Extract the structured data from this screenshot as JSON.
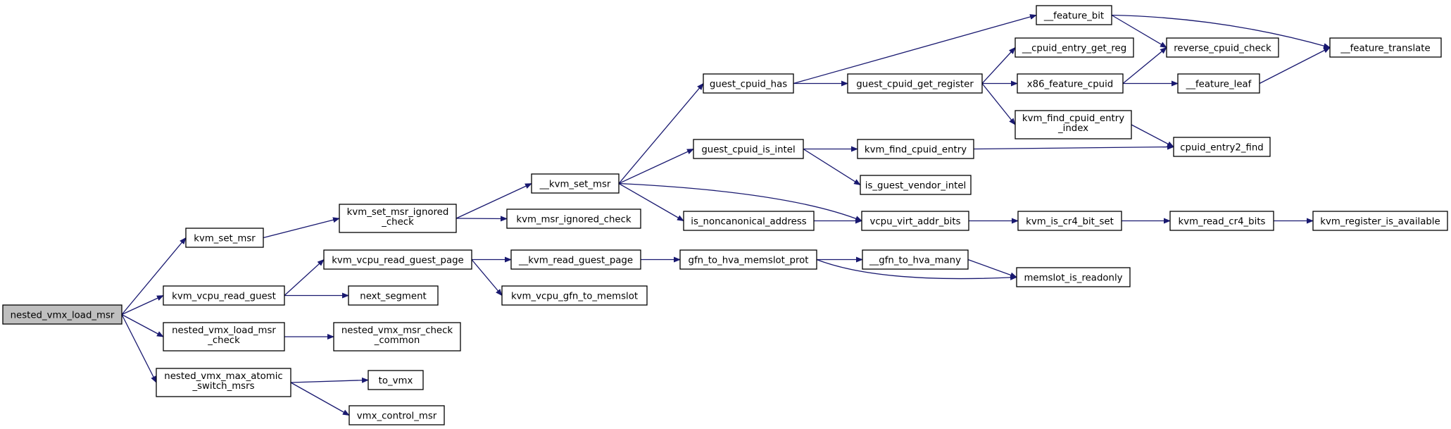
{
  "colors": {
    "edge": "#191970",
    "node_border": "#000000",
    "root_fill": "#bfbfbf",
    "node_fill": "#ffffff"
  },
  "nodes": {
    "nested_vmx_load_msr": [
      "nested_vmx_load_msr"
    ],
    "kvm_set_msr": [
      "kvm_set_msr"
    ],
    "kvm_vcpu_read_guest": [
      "kvm_vcpu_read_guest"
    ],
    "nested_vmx_load_msr_check": [
      "nested_vmx_load_msr",
      "_check"
    ],
    "nested_vmx_max_atomic_switch_msrs": [
      "nested_vmx_max_atomic",
      "_switch_msrs"
    ],
    "kvm_set_msr_ignored_check": [
      "kvm_set_msr_ignored",
      "_check"
    ],
    "kvm_vcpu_read_guest_page": [
      "kvm_vcpu_read_guest_page"
    ],
    "next_segment": [
      "next_segment"
    ],
    "nested_vmx_msr_check_common": [
      "nested_vmx_msr_check",
      "_common"
    ],
    "to_vmx": [
      "to_vmx"
    ],
    "vmx_control_msr": [
      "vmx_control_msr"
    ],
    "__kvm_set_msr": [
      "__kvm_set_msr"
    ],
    "kvm_msr_ignored_check": [
      "kvm_msr_ignored_check"
    ],
    "__kvm_read_guest_page": [
      "__kvm_read_guest_page"
    ],
    "kvm_vcpu_gfn_to_memslot": [
      "kvm_vcpu_gfn_to_memslot"
    ],
    "guest_cpuid_has": [
      "guest_cpuid_has"
    ],
    "guest_cpuid_is_intel": [
      "guest_cpuid_is_intel"
    ],
    "is_noncanonical_address": [
      "is_noncanonical_address"
    ],
    "gfn_to_hva_memslot_prot": [
      "gfn_to_hva_memslot_prot"
    ],
    "__feature_bit": [
      "__feature_bit"
    ],
    "guest_cpuid_get_register": [
      "guest_cpuid_get_register"
    ],
    "kvm_find_cpuid_entry": [
      "kvm_find_cpuid_entry"
    ],
    "is_guest_vendor_intel": [
      "is_guest_vendor_intel"
    ],
    "vcpu_virt_addr_bits": [
      "vcpu_virt_addr_bits"
    ],
    "__gfn_to_hva_many": [
      "__gfn_to_hva_many"
    ],
    "__cpuid_entry_get_reg": [
      "__cpuid_entry_get_reg"
    ],
    "x86_feature_cpuid": [
      "x86_feature_cpuid"
    ],
    "kvm_find_cpuid_entry_index": [
      "kvm_find_cpuid_entry",
      "_index"
    ],
    "kvm_is_cr4_bit_set": [
      "kvm_is_cr4_bit_set"
    ],
    "memslot_is_readonly": [
      "memslot_is_readonly"
    ],
    "reverse_cpuid_check": [
      "reverse_cpuid_check"
    ],
    "__feature_leaf": [
      "__feature_leaf"
    ],
    "cpuid_entry2_find": [
      "cpuid_entry2_find"
    ],
    "kvm_read_cr4_bits": [
      "kvm_read_cr4_bits"
    ],
    "__feature_translate": [
      "__feature_translate"
    ],
    "kvm_register_is_available": [
      "kvm_register_is_available"
    ]
  },
  "edges": [
    [
      "nested_vmx_load_msr",
      "kvm_set_msr"
    ],
    [
      "nested_vmx_load_msr",
      "kvm_vcpu_read_guest"
    ],
    [
      "nested_vmx_load_msr",
      "nested_vmx_load_msr_check"
    ],
    [
      "nested_vmx_load_msr",
      "nested_vmx_max_atomic_switch_msrs"
    ],
    [
      "kvm_set_msr",
      "kvm_set_msr_ignored_check"
    ],
    [
      "kvm_vcpu_read_guest",
      "kvm_vcpu_read_guest_page"
    ],
    [
      "kvm_vcpu_read_guest",
      "next_segment"
    ],
    [
      "nested_vmx_load_msr_check",
      "nested_vmx_msr_check_common"
    ],
    [
      "nested_vmx_max_atomic_switch_msrs",
      "to_vmx"
    ],
    [
      "nested_vmx_max_atomic_switch_msrs",
      "vmx_control_msr"
    ],
    [
      "kvm_set_msr_ignored_check",
      "__kvm_set_msr"
    ],
    [
      "kvm_set_msr_ignored_check",
      "kvm_msr_ignored_check"
    ],
    [
      "kvm_vcpu_read_guest_page",
      "__kvm_read_guest_page"
    ],
    [
      "kvm_vcpu_read_guest_page",
      "kvm_vcpu_gfn_to_memslot"
    ],
    [
      "__kvm_set_msr",
      "guest_cpuid_has"
    ],
    [
      "__kvm_set_msr",
      "guest_cpuid_is_intel"
    ],
    [
      "__kvm_set_msr",
      "is_noncanonical_address"
    ],
    [
      "__kvm_set_msr",
      "vcpu_virt_addr_bits"
    ],
    [
      "__kvm_read_guest_page",
      "gfn_to_hva_memslot_prot"
    ],
    [
      "guest_cpuid_has",
      "__feature_bit"
    ],
    [
      "guest_cpuid_has",
      "guest_cpuid_get_register"
    ],
    [
      "guest_cpuid_is_intel",
      "kvm_find_cpuid_entry"
    ],
    [
      "guest_cpuid_is_intel",
      "is_guest_vendor_intel"
    ],
    [
      "is_noncanonical_address",
      "vcpu_virt_addr_bits"
    ],
    [
      "gfn_to_hva_memslot_prot",
      "__gfn_to_hva_many"
    ],
    [
      "gfn_to_hva_memslot_prot",
      "memslot_is_readonly"
    ],
    [
      "__feature_bit",
      "reverse_cpuid_check"
    ],
    [
      "__feature_bit",
      "__feature_translate"
    ],
    [
      "guest_cpuid_get_register",
      "__cpuid_entry_get_reg"
    ],
    [
      "guest_cpuid_get_register",
      "x86_feature_cpuid"
    ],
    [
      "guest_cpuid_get_register",
      "kvm_find_cpuid_entry_index"
    ],
    [
      "kvm_find_cpuid_entry",
      "cpuid_entry2_find"
    ],
    [
      "vcpu_virt_addr_bits",
      "kvm_is_cr4_bit_set"
    ],
    [
      "__gfn_to_hva_many",
      "memslot_is_readonly"
    ],
    [
      "x86_feature_cpuid",
      "reverse_cpuid_check"
    ],
    [
      "x86_feature_cpuid",
      "__feature_leaf"
    ],
    [
      "kvm_find_cpuid_entry_index",
      "cpuid_entry2_find"
    ],
    [
      "kvm_is_cr4_bit_set",
      "kvm_read_cr4_bits"
    ],
    [
      "__feature_leaf",
      "__feature_translate"
    ],
    [
      "kvm_read_cr4_bits",
      "kvm_register_is_available"
    ]
  ]
}
